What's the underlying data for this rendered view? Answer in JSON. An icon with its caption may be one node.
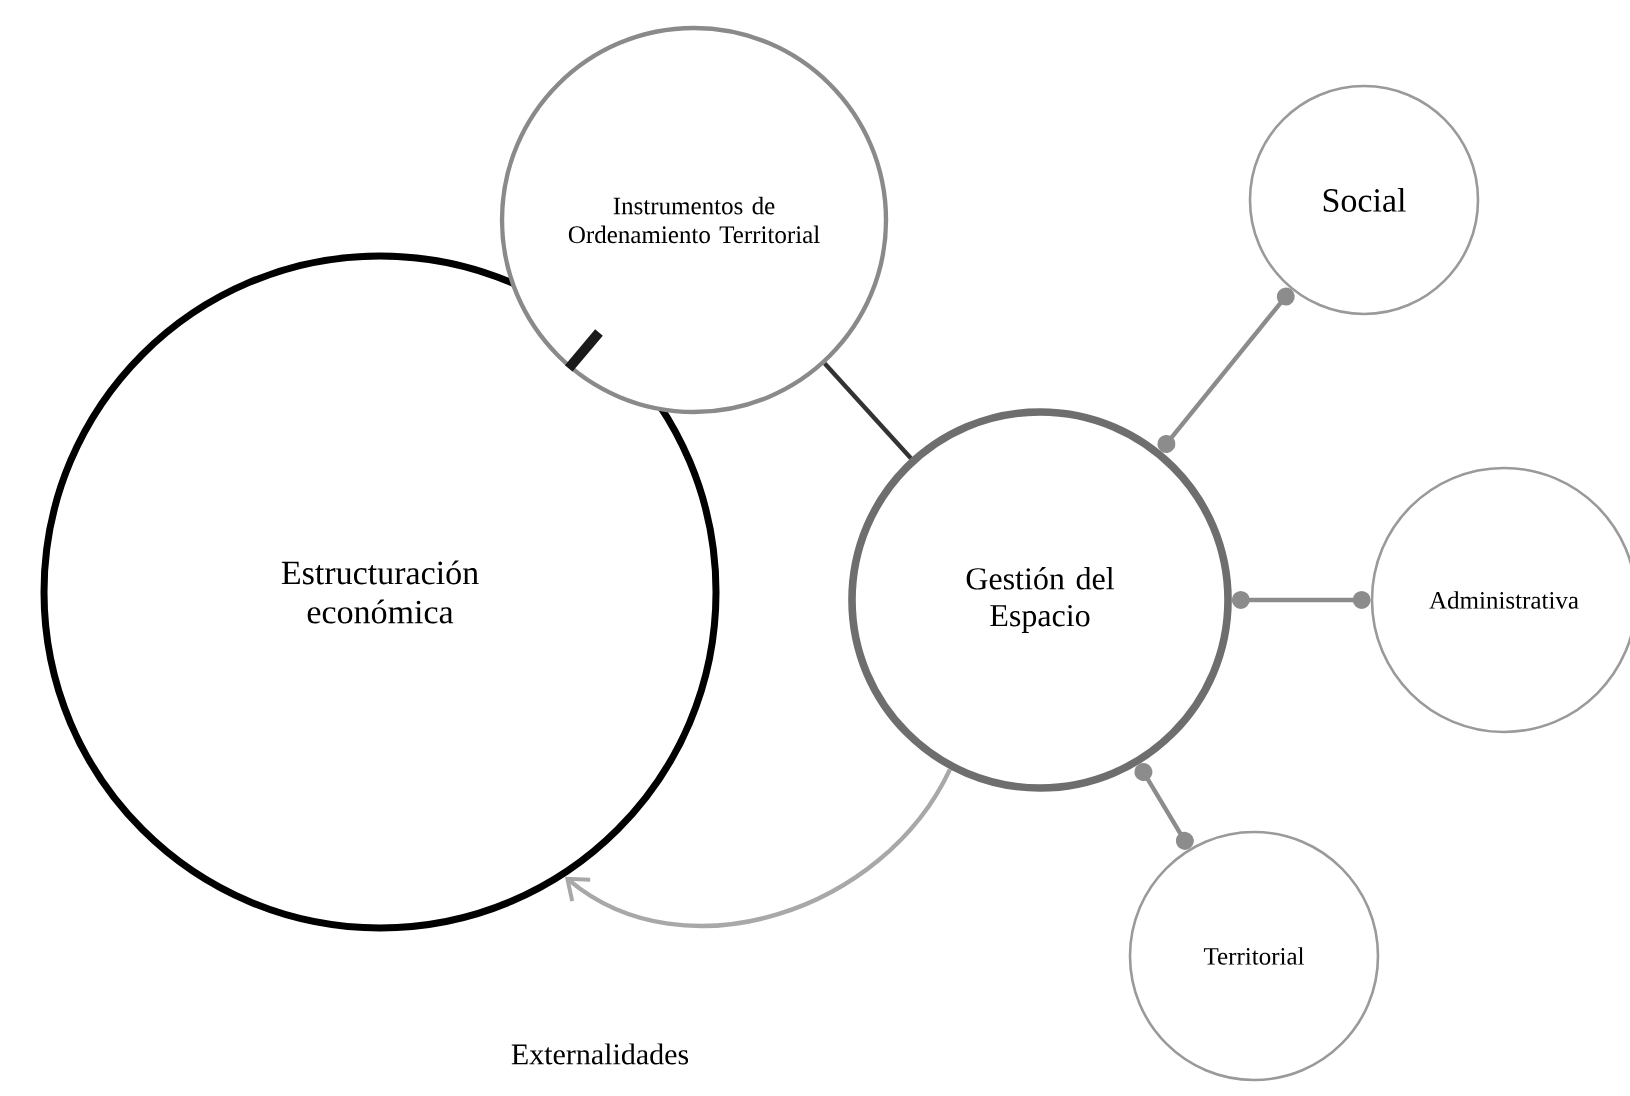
{
  "diagram": {
    "nodes": [
      {
        "text": [
          "Estructuración económica"
        ]
      },
      {
        "text": [
          "Instrumentos de Ordenamiento Territorial"
        ]
      },
      {
        "text": [
          "Gestión del Espacio"
        ]
      },
      {
        "text": [
          "Social"
        ]
      },
      {
        "text": [
          "Administrativa"
        ]
      },
      {
        "text": [
          "Territorial"
        ]
      }
    ],
    "edges": [
      {
        "from": 1,
        "to": 0,
        "arrow": "none",
        "style": "thick",
        "color": "#1a1a1a"
      },
      {
        "from": 1,
        "to": 2,
        "arrow": "none",
        "color": "#333333"
      },
      {
        "from": 2,
        "to": 3,
        "arrow": "other"
      },
      {
        "from": 2,
        "to": 4,
        "arrow": "other"
      },
      {
        "from": 2,
        "to": 5,
        "arrow": "other"
      },
      {
        "from": 2,
        "to": 0,
        "arrow": "to",
        "label": "Externalidades",
        "color": "#a8a8a8"
      }
    ]
  }
}
